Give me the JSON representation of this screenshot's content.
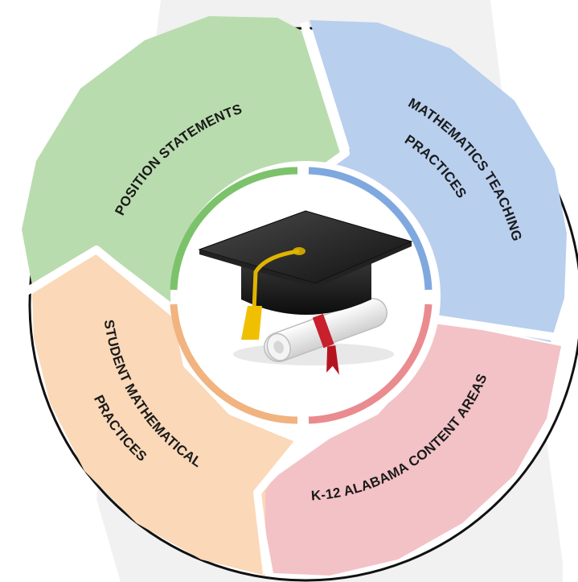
{
  "diagram": {
    "segments": [
      {
        "id": "position",
        "label": "POSITION STATEMENTS",
        "color": "#b9dcae"
      },
      {
        "id": "teaching",
        "label_lines": [
          "MATHEMATICS TEACHING",
          "PRACTICES"
        ],
        "color": "#b8cfee"
      },
      {
        "id": "content",
        "label": "K-12 ALABAMA CONTENT AREAS",
        "color": "#f3c2c6"
      },
      {
        "id": "student",
        "label_lines": [
          "STUDENT MATHEMATICAL",
          "PRACTICES"
        ],
        "color": "#fad8b8"
      }
    ],
    "inner_ring_colors": [
      "#7cc26b",
      "#7fa8de",
      "#ea8b90",
      "#f1b37f"
    ],
    "center_icon": "graduation-cap-and-diploma-icon"
  }
}
